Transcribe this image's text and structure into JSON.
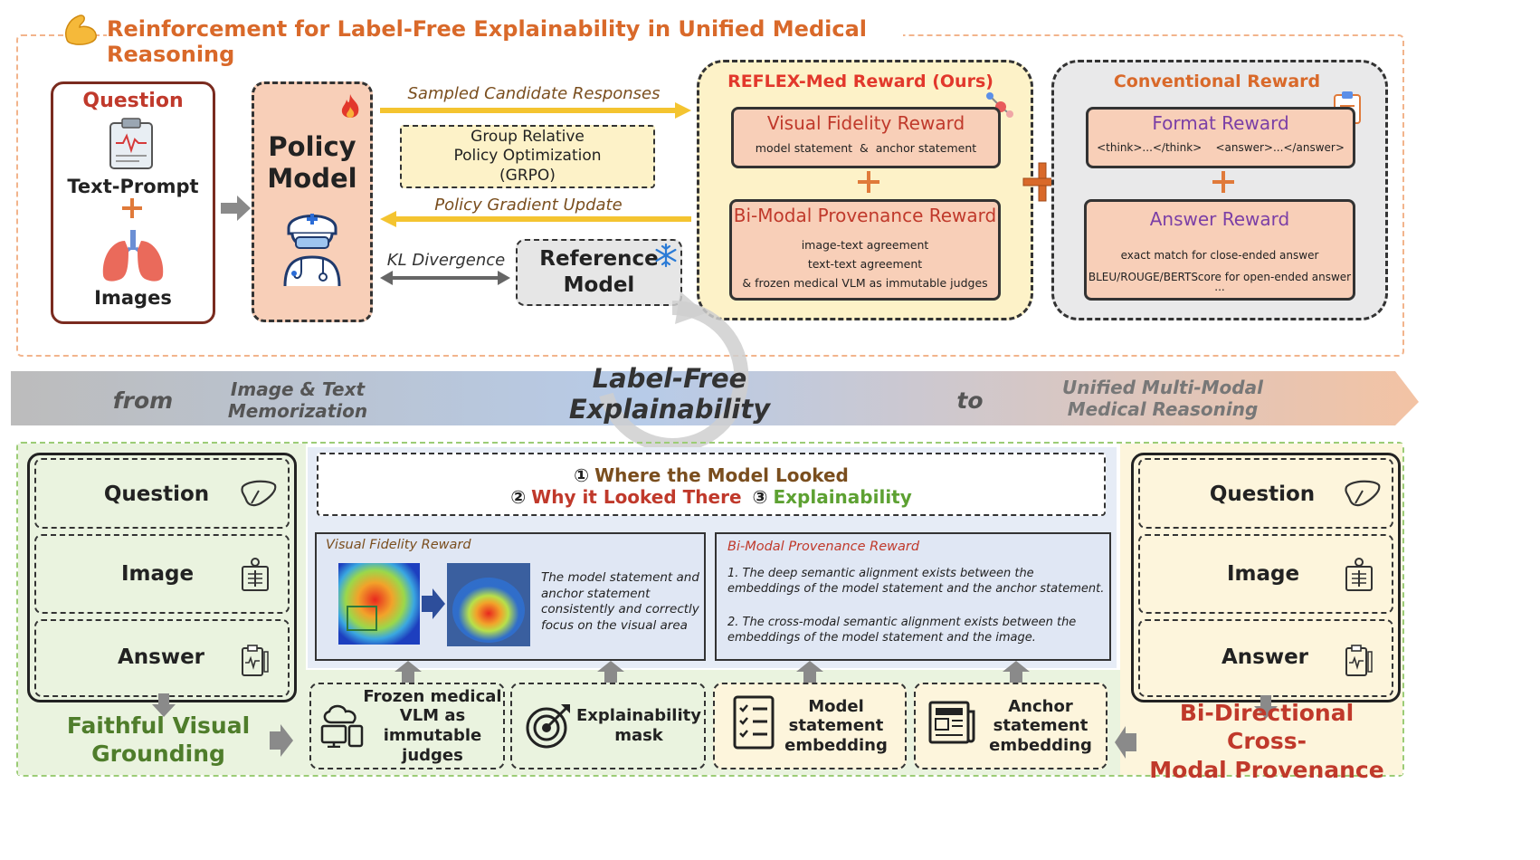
{
  "title": "Reinforcement for Label-Free Explainability in Unified Medical Reasoning",
  "input": {
    "question": "Question",
    "text_prompt": "Text-Prompt",
    "images": "Images"
  },
  "policy_model": "Policy\nModel",
  "arrows": {
    "sampled": "Sampled Candidate Responses",
    "grpo": "Group Relative\nPolicy Optimization\n(GRPO)",
    "gradient": "Policy Gradient Update",
    "kl": "KL Divergence"
  },
  "reference_model": "Reference\nModel",
  "reflex": {
    "title": "REFLEX-Med Reward (Ours)",
    "visual_title": "Visual Fidelity Reward",
    "visual_desc": "model statement  &  anchor statement",
    "bimodal_title": "Bi-Modal Provenance Reward",
    "bimodal_lines": [
      "image-text agreement",
      "text-text agreement",
      "& frozen medical VLM as immutable judges"
    ]
  },
  "conventional": {
    "title": "Conventional Reward",
    "format_title": "Format Reward",
    "format_desc": "<think>...</think>    <answer>...</answer>",
    "answer_title": "Answer Reward",
    "answer_lines": [
      "exact match for close-ended answer",
      "BLEU/ROUGE/BERTScore for open-ended answer",
      "..."
    ]
  },
  "band": {
    "from": "from",
    "left": "Image & Text\nMemorization",
    "center": "Label-Free Explainability",
    "to": "to",
    "right": "Unified Multi-Modal\nMedical Reasoning"
  },
  "left_stack": {
    "question": "Question",
    "image": "Image",
    "answer": "Answer",
    "caption": "Faithful Visual\nGrounding"
  },
  "right_stack": {
    "question": "Question",
    "image": "Image",
    "answer": "Answer",
    "caption": "Bi-Directional Cross-\nModal Provenance"
  },
  "where": {
    "n1": "①",
    "l1": "Where the Model Looked",
    "n2": "②",
    "l2": "Why it Looked There",
    "n3": "③",
    "l3": "Explainability"
  },
  "vf_panel": {
    "title": "Visual Fidelity Reward",
    "text": "The model statement and anchor statement consistently and correctly focus on the visual area"
  },
  "bp_panel": {
    "title": "Bi-Modal Provenance Reward",
    "p1": "1. The deep semantic alignment exists between the embeddings of the model statement and the anchor statement.",
    "p2": "2. The cross-modal semantic alignment exists between the embeddings of the model statement and the image."
  },
  "bottom_boxes": {
    "vlm": "Frozen medical\nVLM as\nimmutable judges",
    "mask": "Explainability\nmask",
    "model_emb": "Model\nstatement\nembedding",
    "anchor_emb": "Anchor\nstatement\nembedding"
  },
  "colors": {
    "orange_title": "#d9692a",
    "red": "#c0392b",
    "purple": "#7b3fa6",
    "green": "#4f7d2b",
    "brown": "#7a4e1e",
    "yellow_arrow": "#f4c430",
    "policy_fill": "#f8cfb8",
    "reflex_fill": "#fdf2c8",
    "conv_fill": "#e9e9ea"
  }
}
